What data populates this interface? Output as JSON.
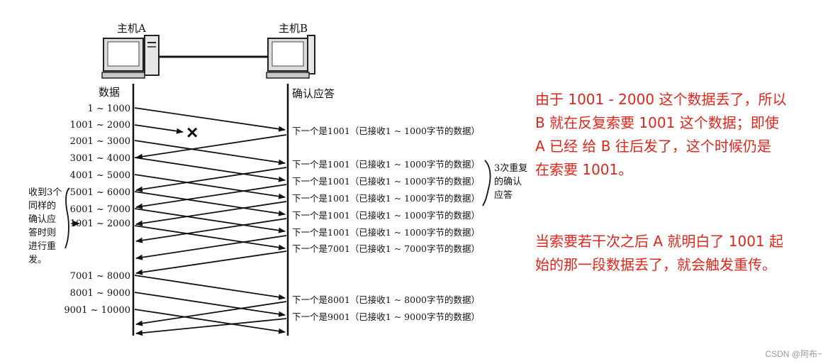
{
  "hosts": {
    "a": "主机A",
    "b": "主机B"
  },
  "columns": {
    "data": "数据",
    "ack": "确认应答"
  },
  "segments": [
    "1 ~ 1000",
    "1001 ~ 2000",
    "2001 ~ 3000",
    "3001 ~ 4000",
    "4001 ~ 5000",
    "5001 ~ 6000",
    "6001 ~ 7000",
    "1001 ~ 2000",
    "7001 ~ 8000",
    "8001 ~ 9000",
    "9001 ~ 10000"
  ],
  "acks": [
    "下一个是1001（已接收1 ~ 1000字节的数据）",
    "下一个是1001（已接收1 ~ 1000字节的数据）",
    "下一个是1001（已接收1 ~ 1000字节的数据）",
    "下一个是1001（已接收1 ~ 1000字节的数据）",
    "下一个是1001（已接收1 ~ 1000字节的数据）",
    "下一个是1001（已接收1 ~ 1000字节的数据）",
    "下一个是7001（已接收1 ~ 7000字节的数据）",
    "下一个是8001（已接收1 ~ 8000字节的数据）",
    "下一个是9001（已接收1 ~ 9000字节的数据）"
  ],
  "dup_ack_label": [
    "3次重复",
    "的确认",
    "应答"
  ],
  "retransmit_label": [
    "收到3个",
    "同样的",
    "确认应",
    "答时则",
    "进行重",
    "发。"
  ],
  "lost_marker": "×",
  "notes": [
    [
      "由于 1001 - 2000 这个数据丢了，所以",
      "B 就在反复索要 1001 这个数据；即使",
      "A 已经 给 B 往后发了，这个时候仍是",
      "在索要 1001。"
    ],
    [
      "当索要若干次之后 A 就明白了 1001 起",
      "始的那一段数据丢了，就会触发重传。"
    ]
  ],
  "watermark": "CSDN @阿布~",
  "colors": {
    "note_red": "#e1251b",
    "ink": "#111111"
  }
}
